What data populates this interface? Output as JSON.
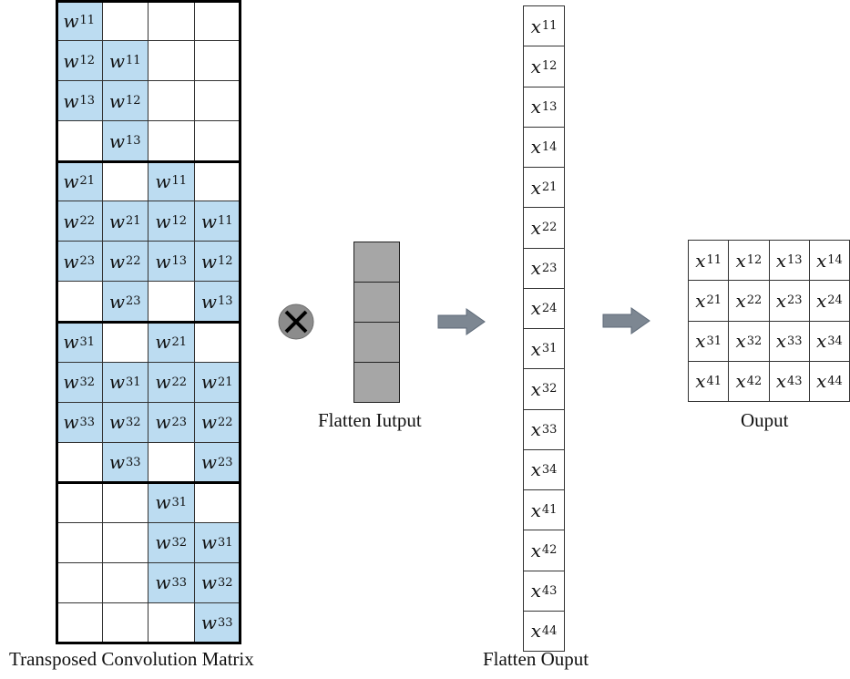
{
  "matrix": {
    "caption": "Transposed Convolution Matrix",
    "rows": [
      [
        "w11",
        "",
        "",
        ""
      ],
      [
        "w12",
        "w11",
        "",
        ""
      ],
      [
        "w13",
        "w12",
        "",
        ""
      ],
      [
        "",
        "w13",
        "",
        ""
      ],
      [
        "w21",
        "",
        "w11",
        ""
      ],
      [
        "w22",
        "w21",
        "w12",
        "w11"
      ],
      [
        "w23",
        "w22",
        "w13",
        "w12"
      ],
      [
        "",
        "w23",
        "",
        "w13"
      ],
      [
        "w31",
        "",
        "w21",
        ""
      ],
      [
        "w32",
        "w31",
        "w22",
        "w21"
      ],
      [
        "w33",
        "w32",
        "w23",
        "w22"
      ],
      [
        "",
        "w33",
        "",
        "w23"
      ],
      [
        "",
        "",
        "w31",
        ""
      ],
      [
        "",
        "",
        "w32",
        "w31"
      ],
      [
        "",
        "",
        "w33",
        "w32"
      ],
      [
        "",
        "",
        "",
        "w33"
      ]
    ]
  },
  "operator": {
    "icon": "multiply-icon"
  },
  "flatten_input": {
    "caption": "Flatten Iutput",
    "cells": 4
  },
  "flatten_output": {
    "caption": "Flatten Ouput",
    "values": [
      "x11",
      "x12",
      "x13",
      "x14",
      "x21",
      "x22",
      "x23",
      "x24",
      "x31",
      "x32",
      "x33",
      "x34",
      "x41",
      "x42",
      "x43",
      "x44"
    ]
  },
  "output": {
    "caption": "Ouput",
    "rows": [
      [
        "x11",
        "x12",
        "x13",
        "x14"
      ],
      [
        "x21",
        "x22",
        "x23",
        "x24"
      ],
      [
        "x31",
        "x32",
        "x33",
        "x34"
      ],
      [
        "x41",
        "x42",
        "x43",
        "x44"
      ]
    ]
  },
  "colors": {
    "highlight": "#bcdcf1",
    "arrow": "#7d8792",
    "operator_fill": "#8c8c8c",
    "input_fill": "#a6a6a6"
  }
}
